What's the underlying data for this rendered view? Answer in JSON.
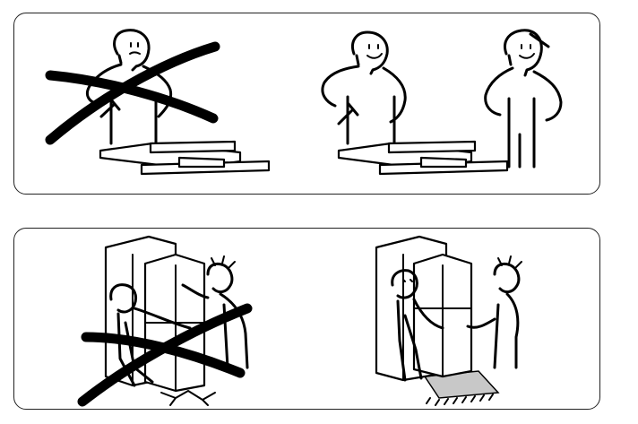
{
  "illustrations": {
    "top_panel": {
      "wrong": {
        "scene": "one-person-assembly",
        "mark": "cross-out"
      },
      "right": {
        "scene": "two-person-assembly",
        "mark": "none"
      }
    },
    "bottom_panel": {
      "wrong": {
        "scene": "carry-cabinet-without-mat",
        "mark": "cross-out"
      },
      "right": {
        "scene": "carry-cabinet-with-mat",
        "mark": "none"
      }
    }
  },
  "colors": {
    "line": "#000000",
    "mat": "#c8c8c8",
    "background": "#ffffff"
  }
}
